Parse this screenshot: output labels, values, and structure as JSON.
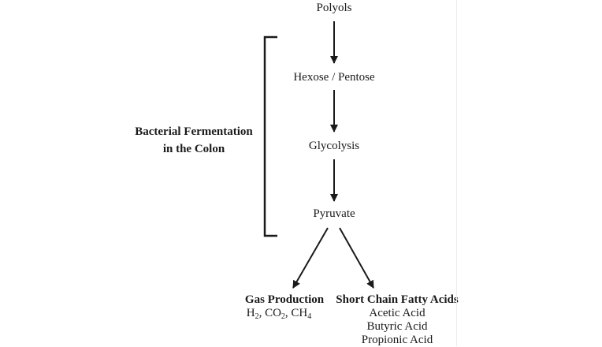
{
  "nodes": {
    "polyols": "Polyols",
    "hexose_pentose": "Hexose / Pentose",
    "glycolysis": "Glycolysis",
    "pyruvate": "Pyruvate"
  },
  "bracket_label": {
    "line1": "Bacterial Fermentation",
    "line2": "in the Colon"
  },
  "outputs": {
    "gas": {
      "title": "Gas Production",
      "items": [
        {
          "base": "H",
          "sub": "2",
          "sep": ", "
        },
        {
          "base": "CO",
          "sub": "2",
          "sep": ", "
        },
        {
          "base": "CH",
          "sub": "4",
          "sep": ""
        }
      ]
    },
    "scfa": {
      "title": "Short Chain Fatty Acids",
      "acid1": "Acetic Acid",
      "acid2": "Butyric Acid",
      "acid3": "Propionic Acid"
    }
  },
  "colors": {
    "ink": "#1a1a1a",
    "edge": "#ececec"
  }
}
